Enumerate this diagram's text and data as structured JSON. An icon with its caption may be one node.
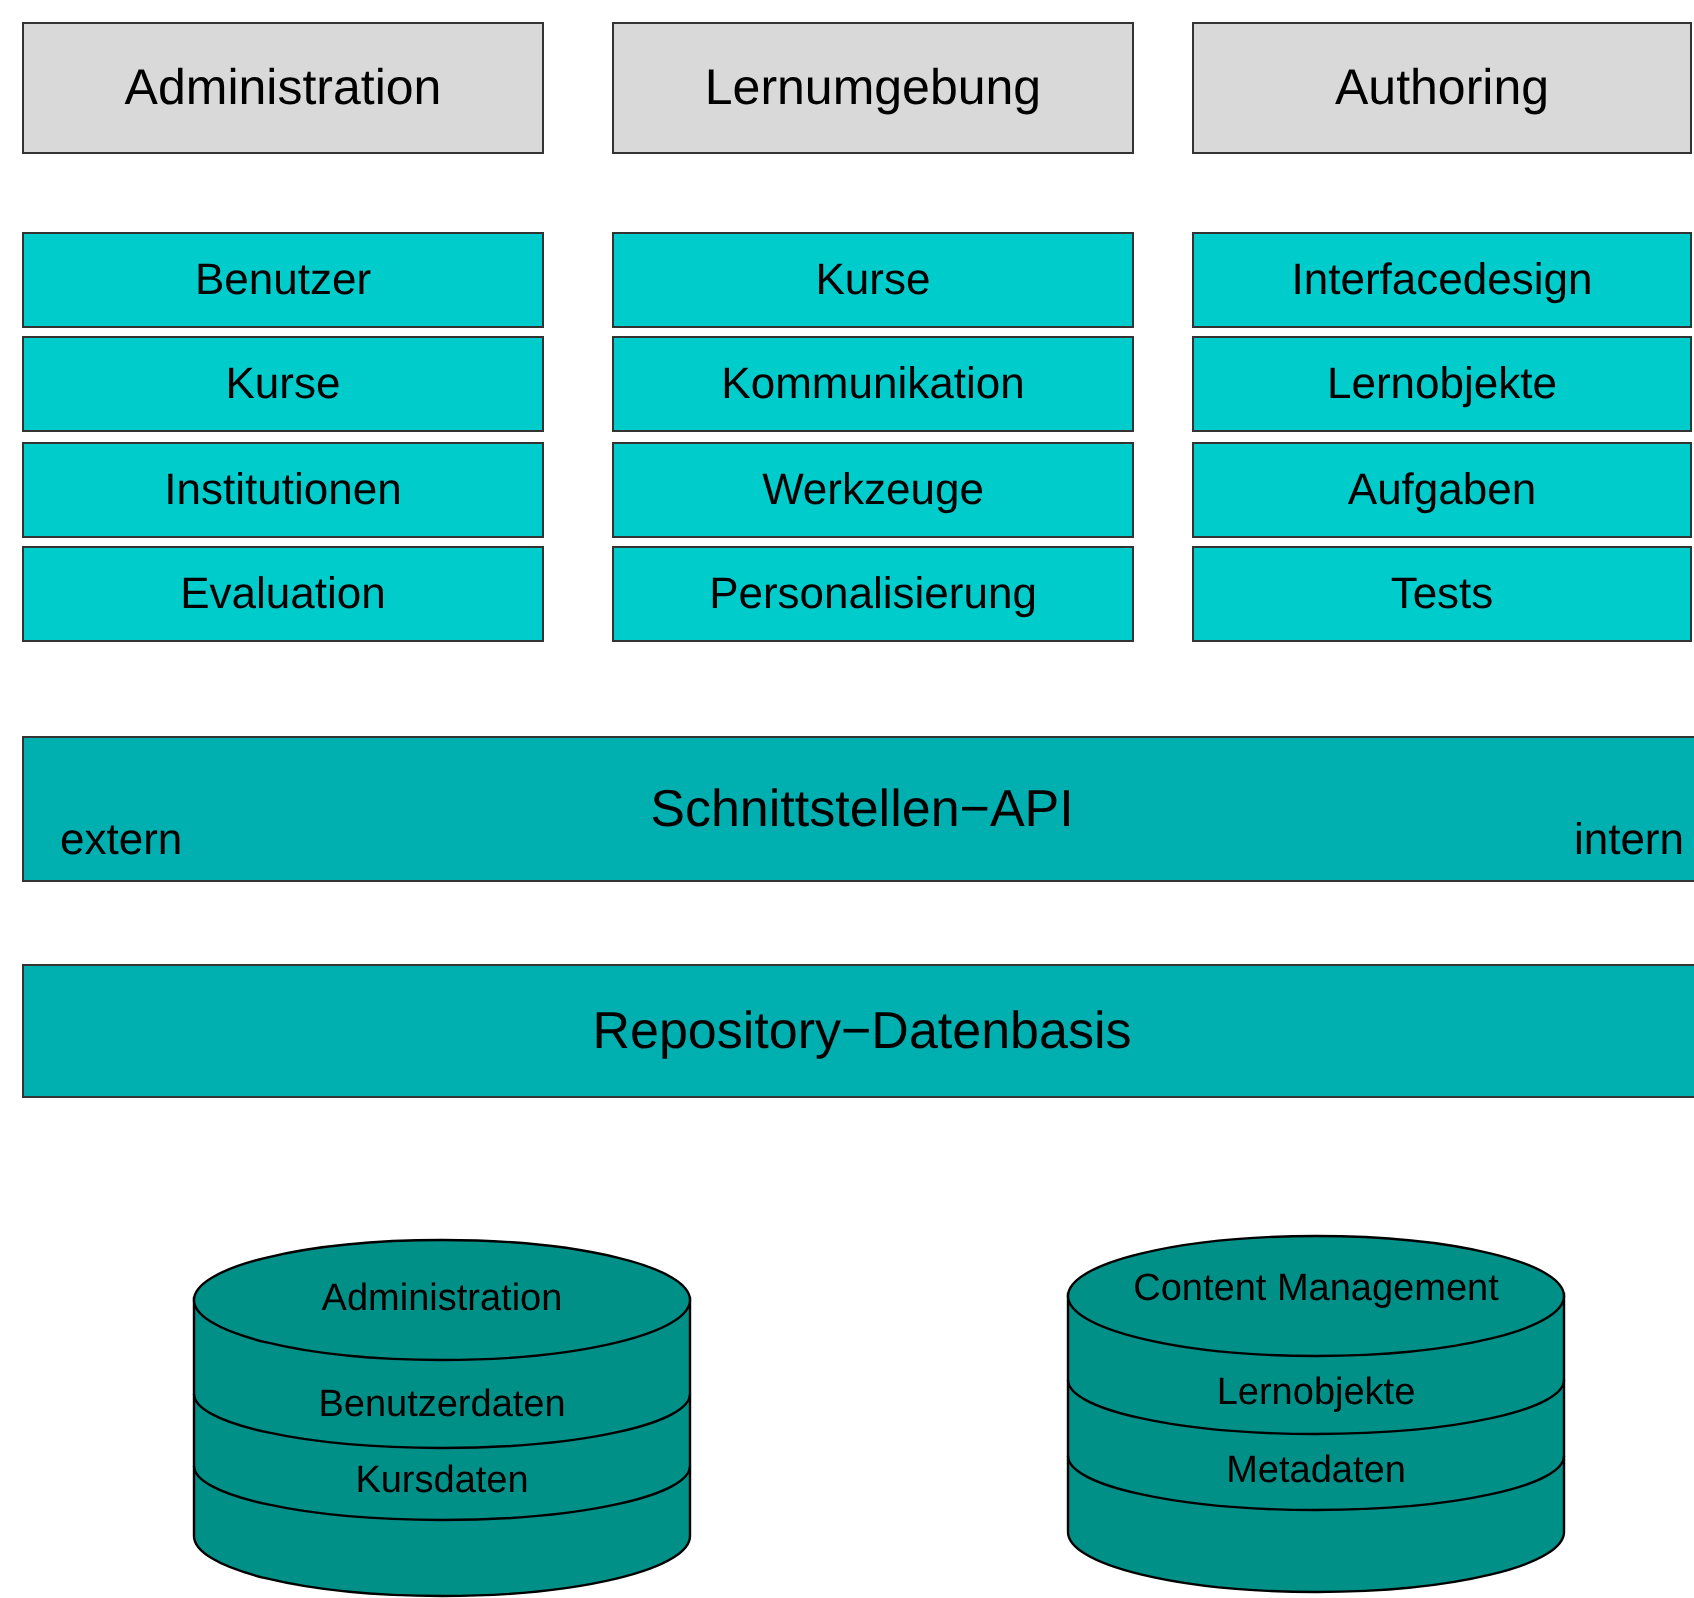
{
  "diagram": {
    "nodes": [
      {
        "text": [
          "Administration"
        ]
      },
      {
        "text": [
          "Lernumgebung"
        ]
      },
      {
        "text": [
          "Authoring"
        ]
      },
      {
        "text": [
          "Benutzer"
        ]
      },
      {
        "text": [
          "Kurse"
        ]
      },
      {
        "text": [
          "Institutionen"
        ]
      },
      {
        "text": [
          "Evaluation"
        ]
      },
      {
        "text": [
          "Kurse"
        ]
      },
      {
        "text": [
          "Kommunikation"
        ]
      },
      {
        "text": [
          "Werkzeuge"
        ]
      },
      {
        "text": [
          "Personalisierung"
        ]
      },
      {
        "text": [
          "Interfacedesign"
        ]
      },
      {
        "text": [
          "Lernobjekte"
        ]
      },
      {
        "text": [
          "Aufgaben"
        ]
      },
      {
        "text": [
          "Tests"
        ]
      },
      {
        "text": [
          "Schnittstellen−API",
          "extern",
          "intern"
        ]
      },
      {
        "text": [
          "Repository−Datenbasis"
        ]
      },
      {
        "text": [
          "Administration",
          "Benutzerdaten",
          "Kursdaten"
        ]
      },
      {
        "text": [
          "Content Management",
          "Lernobjekte",
          "Metadaten"
        ]
      }
    ],
    "edges": []
  }
}
